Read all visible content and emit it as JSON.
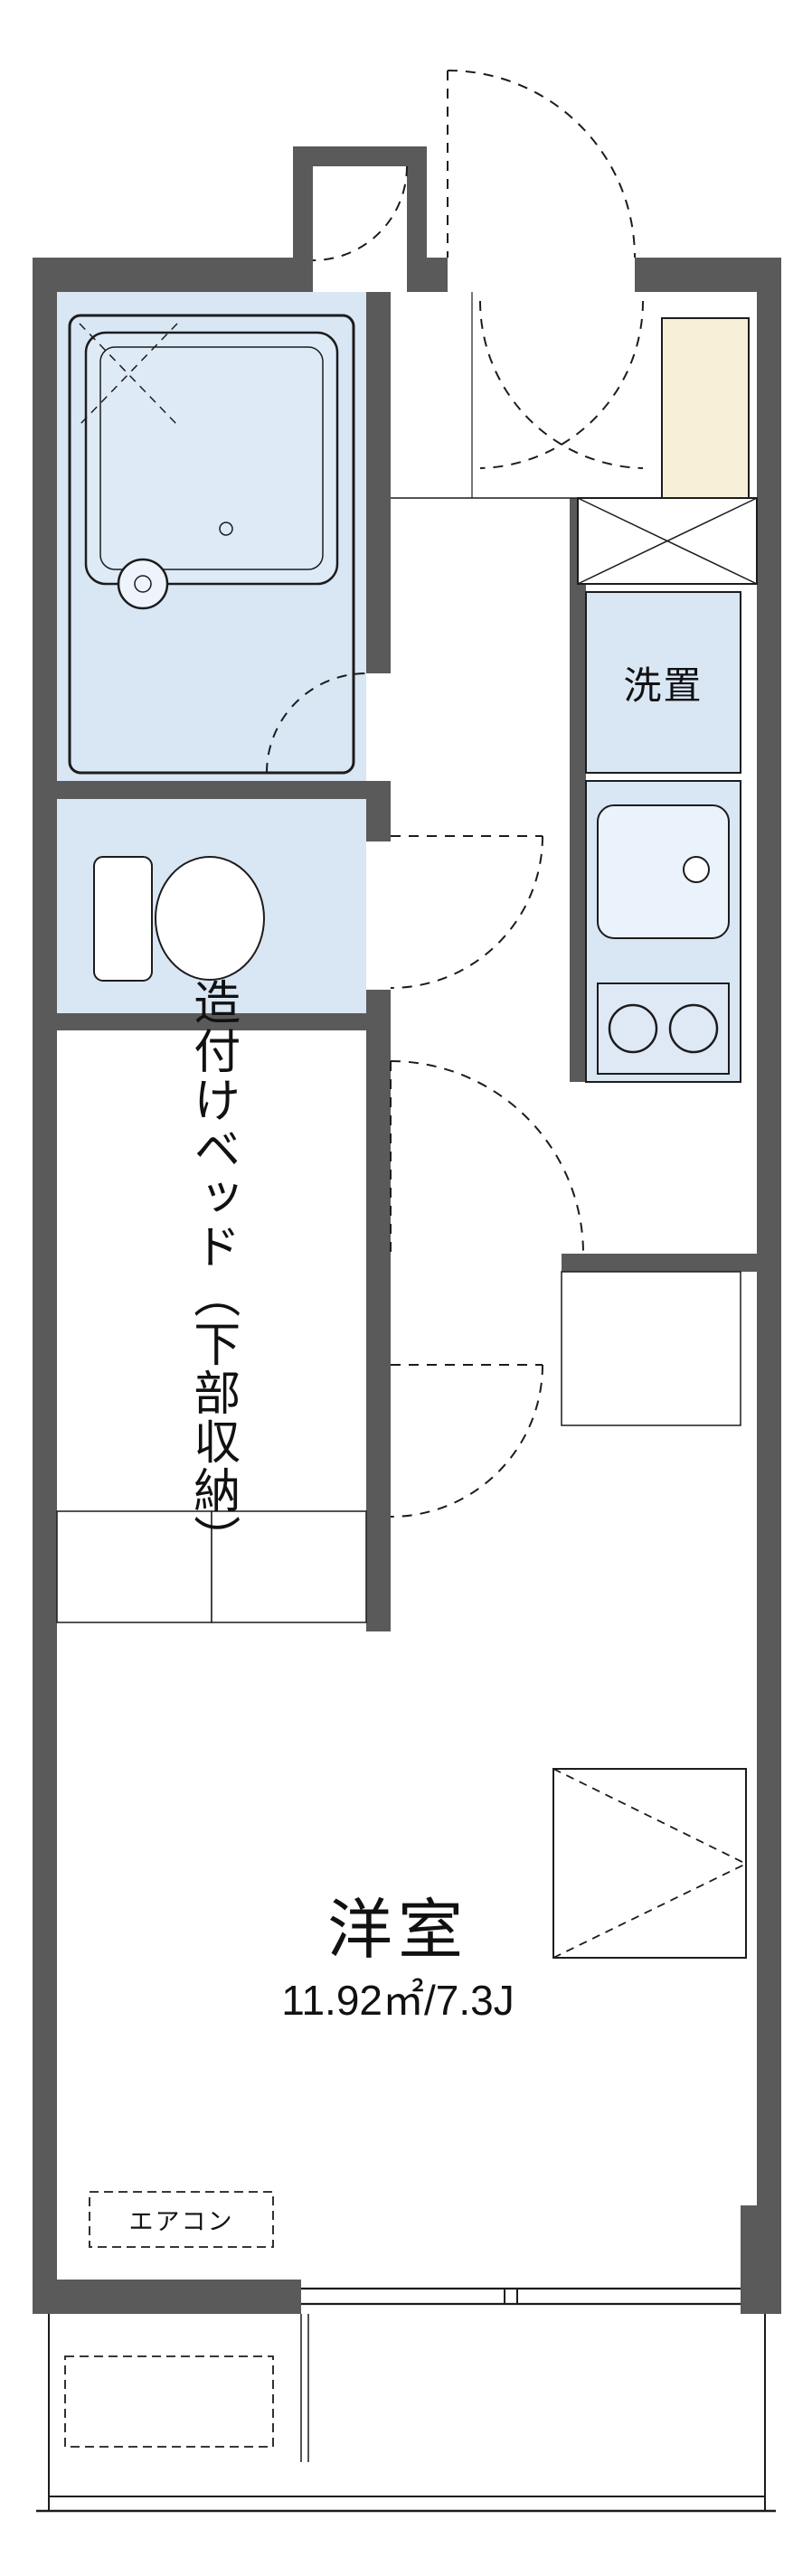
{
  "colors": {
    "wall": "#5a5a5a",
    "water": "#d9e6f4",
    "water_light": "#eaf2fb",
    "cream": "#f8efd8",
    "line": "#1c1c1c"
  },
  "labels": {
    "bed_line1": "造付けベッド",
    "bed_line2": "（下部収納）",
    "laundry": "洗置",
    "room_name": "洋室",
    "room_size": "11.92㎡/7.3J",
    "aircon": "エアコン"
  }
}
